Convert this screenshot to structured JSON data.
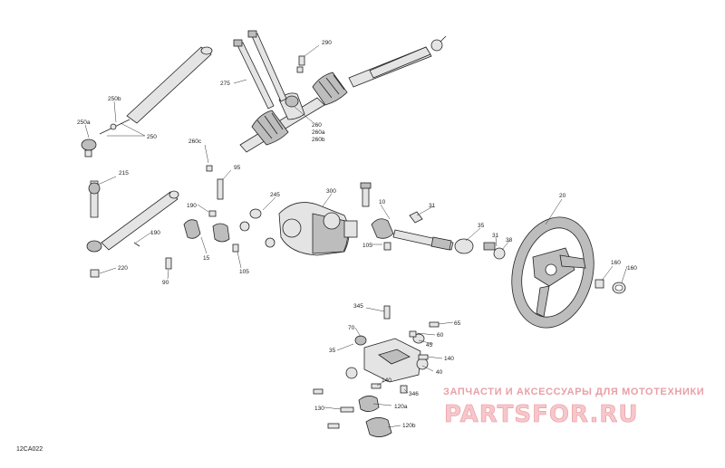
{
  "diagram_code": "12CA022",
  "watermark": {
    "tagline": "ЗАПЧАСТИ И АКСЕССУАРЫ ДЛЯ МОТОТЕХНИКИ",
    "brand": "PARTSFOR.RU"
  },
  "part_labels": [
    "290",
    "275",
    "250b",
    "250a",
    "250",
    "260",
    "260a",
    "260b",
    "260c",
    "95",
    "215",
    "190",
    "190",
    "10",
    "31",
    "35",
    "31",
    "38",
    "300",
    "245",
    "15",
    "105",
    "105",
    "90",
    "220",
    "20",
    "160",
    "160",
    "345",
    "70",
    "65",
    "60",
    "45",
    "35",
    "140",
    "40",
    "140",
    "346",
    "130",
    "120a",
    "120b"
  ]
}
